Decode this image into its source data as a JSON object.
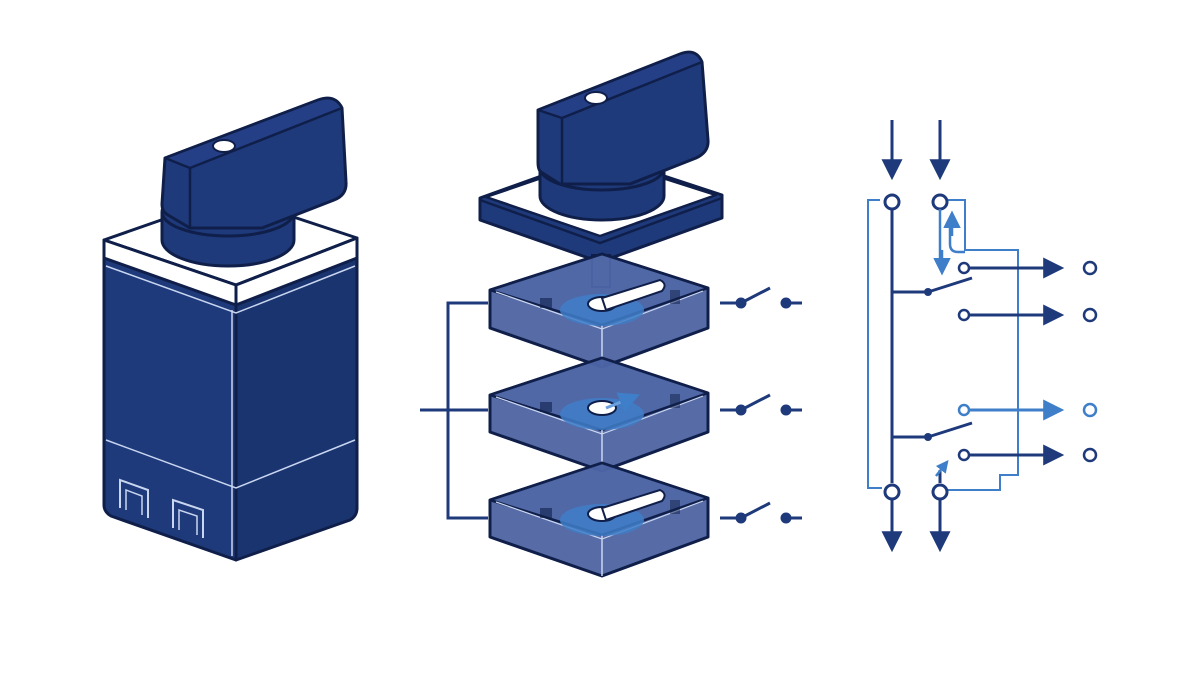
{
  "diagram": {
    "colors": {
      "navy": "#1e3a7b",
      "navy_dark": "#15295c",
      "navy_outline": "#0f1f4a",
      "accent": "#3f7ec8",
      "accent_light": "#6aa0dc",
      "translucent_fill": "#3a5196",
      "background": "#ffffff"
    },
    "panels": [
      {
        "name": "assembled-rotary-switch",
        "icons": [
          "rotary-knob-icon",
          "switch-housing-icon"
        ]
      },
      {
        "name": "exploded-switch-stack",
        "decks": 3,
        "icons": [
          "rotary-knob-icon",
          "cam-deck-icon",
          "contact-switch-icon"
        ]
      },
      {
        "name": "contact-schematic",
        "icons": [
          "input-arrow-icon",
          "contact-switch-icon",
          "output-arrow-icon",
          "terminal-icon"
        ]
      }
    ]
  }
}
